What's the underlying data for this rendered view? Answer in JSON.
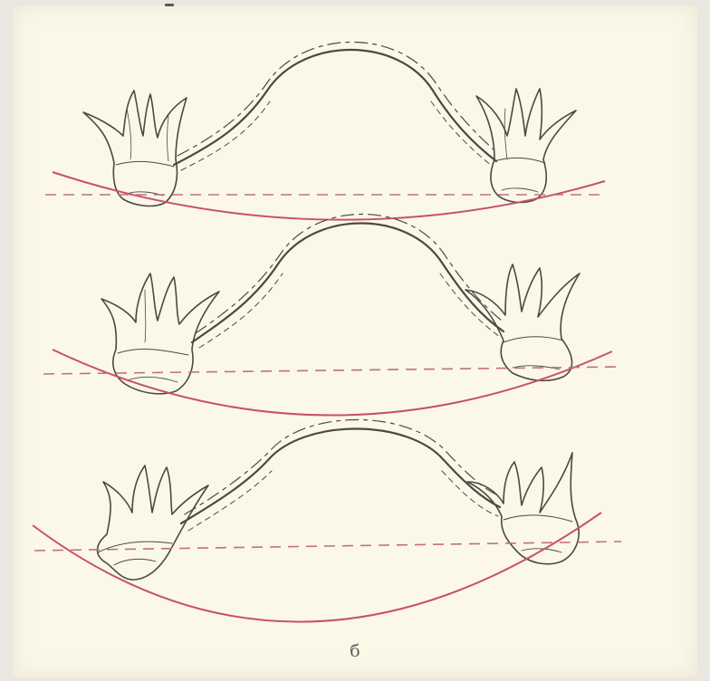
{
  "figure": {
    "caption": "б",
    "colors": {
      "paper": "#fbf8e8",
      "curve": "#c8506b",
      "dashed_line": "#c06f86",
      "ink": "#4a4a44"
    },
    "panels": [
      {
        "name": "top"
      },
      {
        "name": "middle"
      },
      {
        "name": "bottom"
      }
    ]
  }
}
